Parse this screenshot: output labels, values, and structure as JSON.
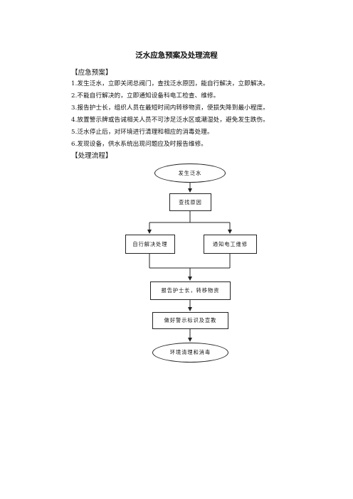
{
  "title": "泛水应急预案及处理流程",
  "plan_heading": "【应急预案】",
  "plan_items": [
    "1.发生泛水，立即关闭总阀门，查找泛水原因，能自行解决，立即解决。",
    "2.不能自行解决的，立即通知设备科电工检查、维修。",
    "3.报告护士长，组织人员在最短时间内转移物资，使损失降到最小程度。",
    "4.放置警示牌或告诫相关人员不可涉足泛水区或潮湿处，避免发生跌伤。",
    "5.泛水停止后，对环境进行清理和相应的消毒处理。",
    "6.发现设备，供水系统出现问题应及时报告维修。"
  ],
  "flow_heading": "【处理流程】",
  "flow": {
    "start": "发生泛水",
    "find_cause": "查找原因",
    "self_resolve": "自行解决处理",
    "notify_electrician": "通知电工维修",
    "report_head_nurse": "报告护士长，转移物资",
    "warning_signs": "做好警示标识及宣教",
    "end": "环境清理和消毒"
  }
}
